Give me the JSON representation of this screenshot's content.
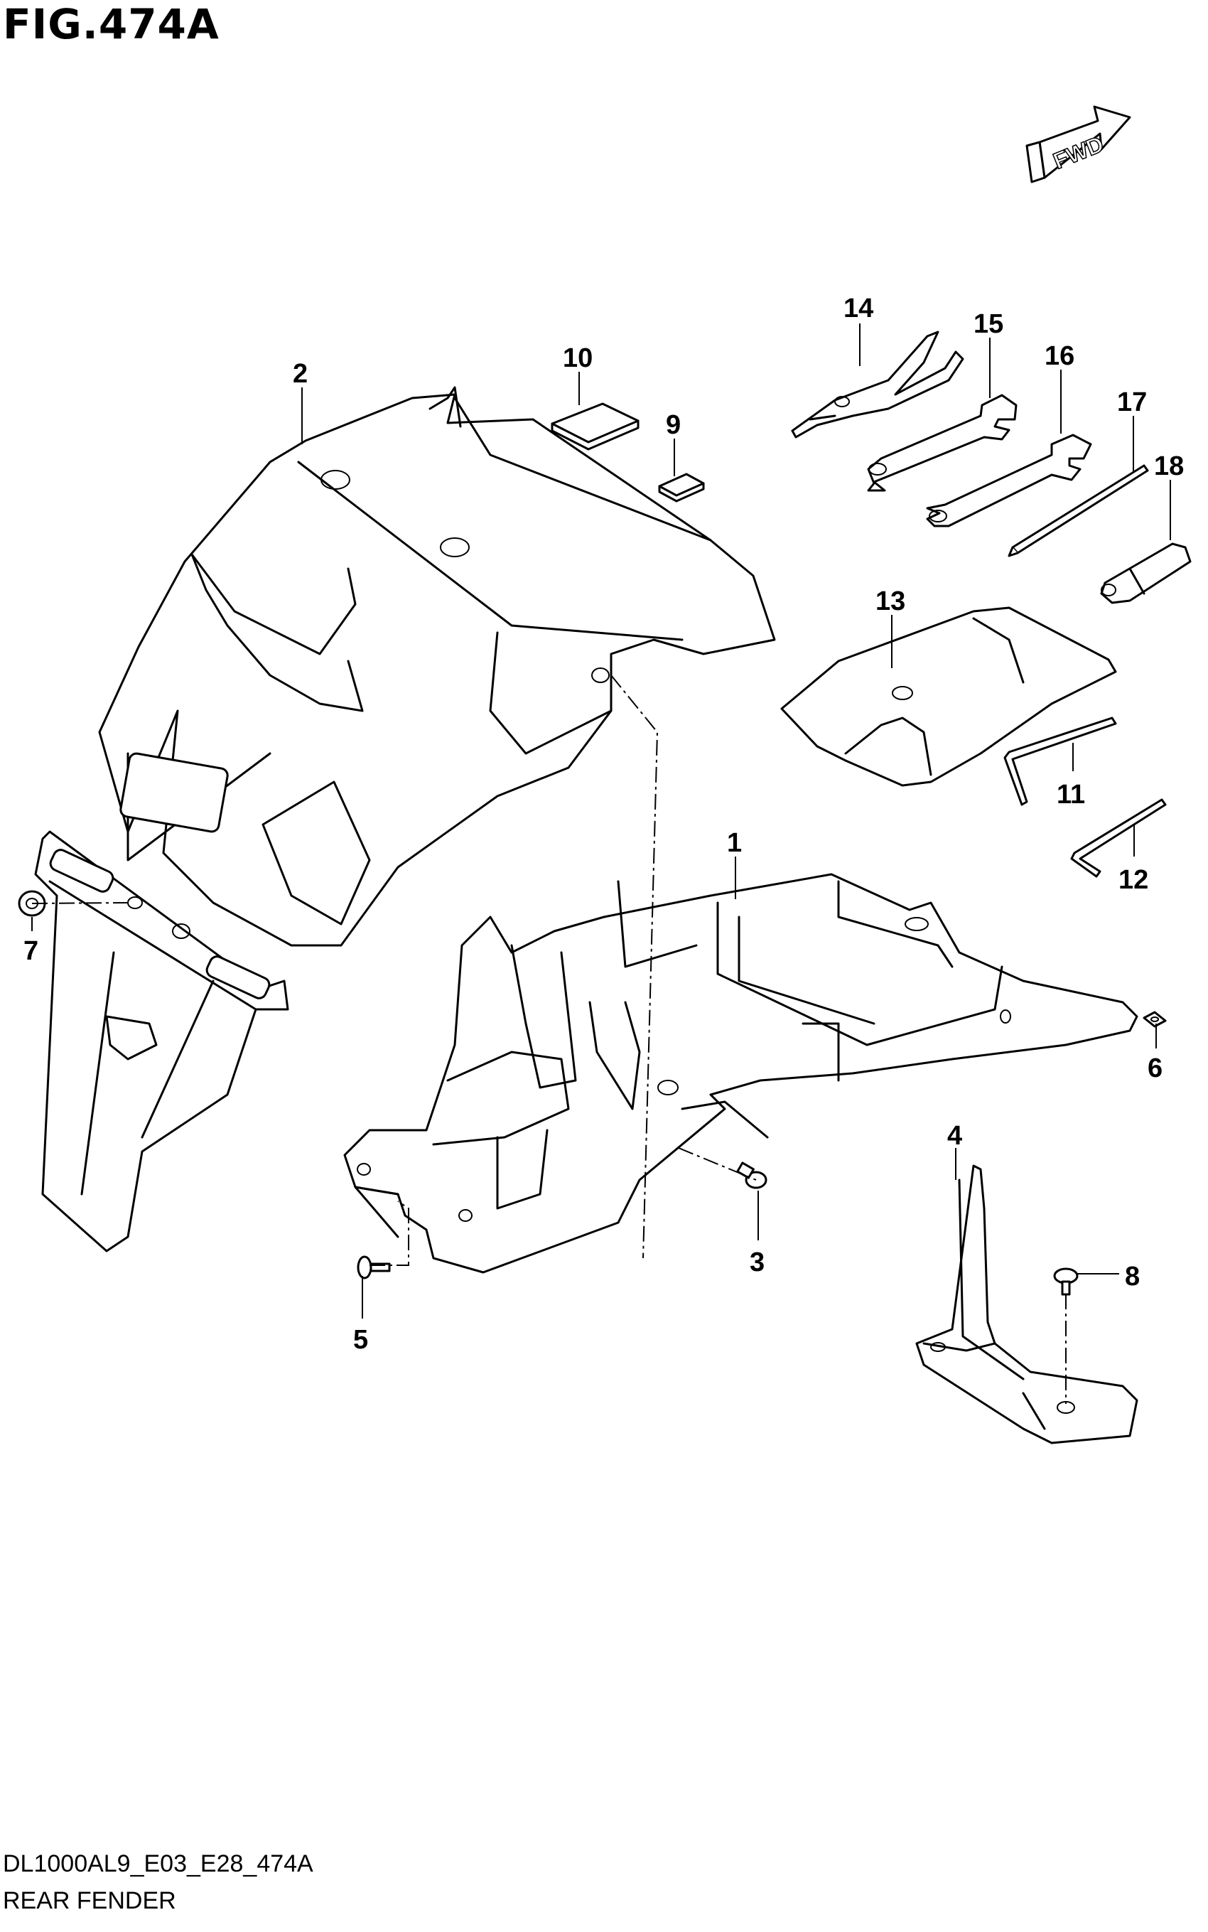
{
  "figure": {
    "title": "FIG.474A",
    "code": "DL1000AL9_E03_E28_474A",
    "name": "REAR FENDER",
    "direction_label": "FWD"
  },
  "callouts": [
    "1",
    "2",
    "3",
    "4",
    "5",
    "6",
    "7",
    "8",
    "9",
    "10",
    "11",
    "12",
    "13",
    "14",
    "15",
    "16",
    "17",
    "18"
  ]
}
